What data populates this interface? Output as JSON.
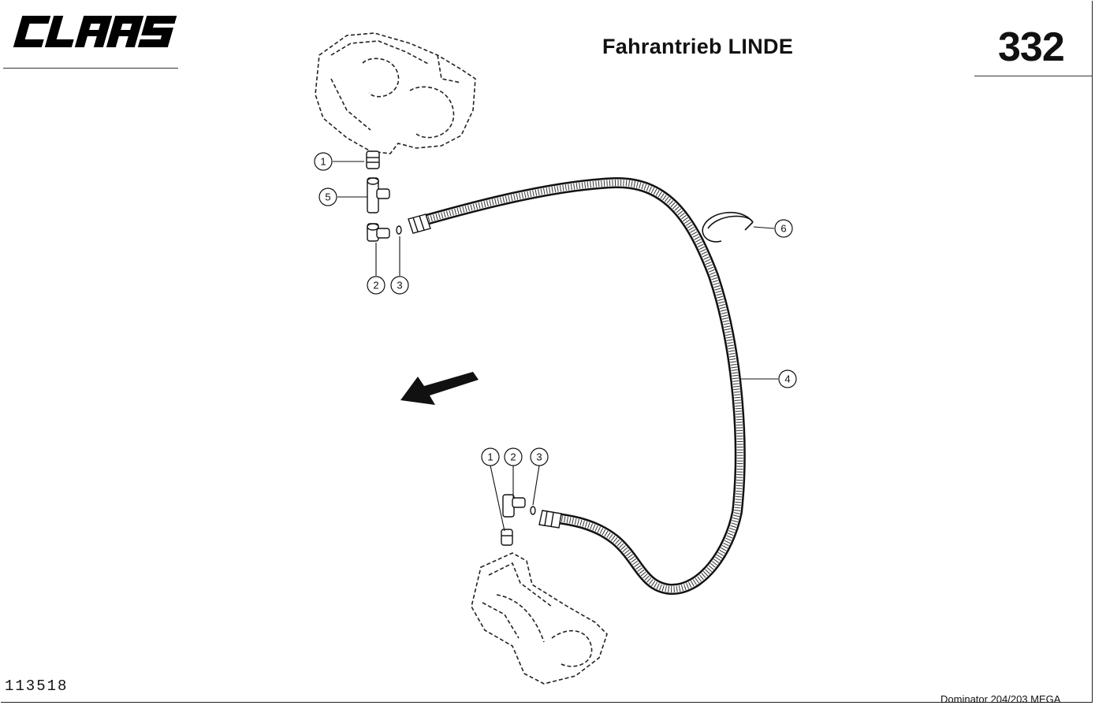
{
  "header": {
    "brand": "CLAAS",
    "title": "Fahrantrieb LINDE",
    "page_number": "332"
  },
  "footer": {
    "drawing_id": "113518",
    "model": "Dominator 204/203 MEGA"
  },
  "callouts": [
    "1",
    "5",
    "2",
    "3",
    "6",
    "4",
    "1",
    "2",
    "3"
  ]
}
